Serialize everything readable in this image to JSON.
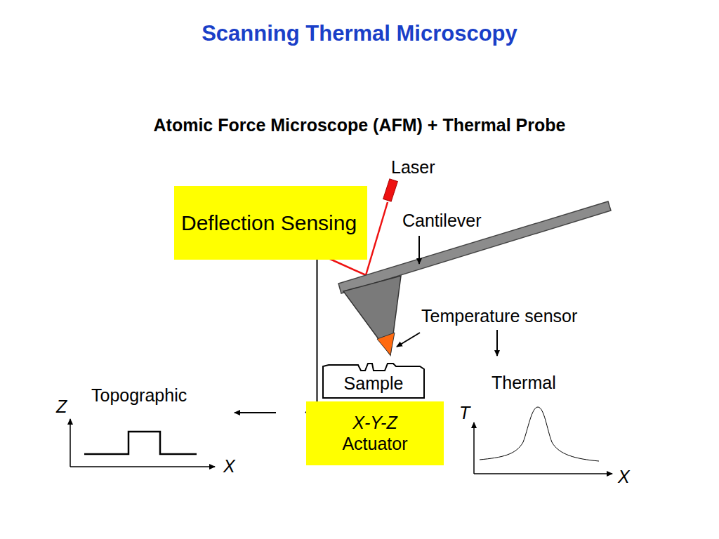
{
  "diagram": {
    "title": "Scanning Thermal Microscopy",
    "nodes": [
      {
        "text": [
          "Deflection Sensing"
        ]
      },
      {
        "text": [
          "Sample"
        ]
      },
      {
        "text": [
          "X-Y-Z",
          "Actuator"
        ]
      }
    ],
    "edges": [
      {
        "from": 0,
        "to": 2,
        "arrow": "to"
      }
    ],
    "labels": [
      "Atomic Force Microscope (AFM) + Thermal Probe",
      "Laser",
      "Cantilever",
      "Temperature sensor",
      "Thermal",
      "Topographic",
      "Z",
      "X",
      "T",
      "X"
    ]
  }
}
